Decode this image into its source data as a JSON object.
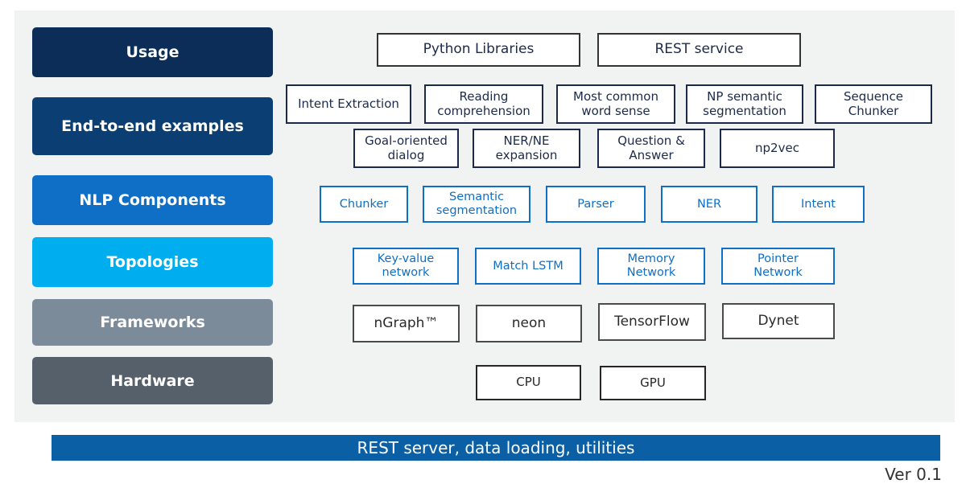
{
  "colors": {
    "usage": "#0b2d57",
    "end_to_end": "#0b3f74",
    "nlp_components": "#0f6fc6",
    "topologies": "#00aeef",
    "frameworks": "#7c8b99",
    "hardware": "#56606a",
    "bottom_bar": "#0b5fa5"
  },
  "layers": [
    {
      "label": "Usage"
    },
    {
      "label": "End-to-end examples"
    },
    {
      "label": "NLP Components"
    },
    {
      "label": "Topologies"
    },
    {
      "label": "Frameworks"
    },
    {
      "label": "Hardware"
    }
  ],
  "usage": [
    "Python Libraries",
    "REST service"
  ],
  "end_to_end_row1": [
    [
      "Intent Extraction"
    ],
    [
      "Reading",
      "comprehension"
    ],
    [
      "Most common",
      "word sense"
    ],
    [
      "NP semantic",
      "segmentation"
    ],
    [
      "Sequence",
      "Chunker"
    ]
  ],
  "end_to_end_row2": [
    [
      "Goal-oriented",
      "dialog"
    ],
    [
      "NER/NE",
      "expansion"
    ],
    [
      "Question &",
      "Answer"
    ],
    [
      "np2vec"
    ]
  ],
  "nlp_components": [
    [
      "Chunker"
    ],
    [
      "Semantic",
      "segmentation"
    ],
    [
      "Parser"
    ],
    [
      "NER"
    ],
    [
      "Intent"
    ]
  ],
  "topologies": [
    [
      "Key-value",
      "network"
    ],
    [
      "Match LSTM"
    ],
    [
      "Memory",
      "Network"
    ],
    [
      "Pointer",
      "Network"
    ]
  ],
  "frameworks": [
    "nGraph™",
    "neon",
    "TensorFlow",
    "Dynet"
  ],
  "hardware": [
    "CPU",
    "GPU"
  ],
  "bottom_bar": "REST server, data loading, utilities",
  "version": "Ver 0.1"
}
